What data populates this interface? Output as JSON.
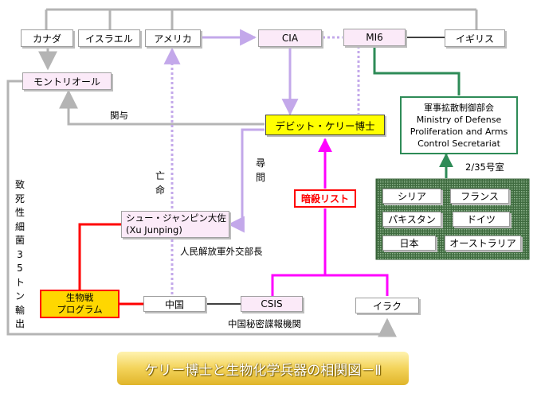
{
  "nodes": {
    "canada": "カナダ",
    "israel": "イスラエル",
    "america": "アメリカ",
    "cia": "CIA",
    "mi6": "MI6",
    "uk": "イギリス",
    "montreal": "モントリオール",
    "kelly": "デビット・ケリー博士",
    "xu_line1": "シュー・ジャンピン大佐",
    "xu_line2": "(Xu Junping)",
    "bio_line1": "生物戦",
    "bio_line2": "プログラム",
    "china": "中国",
    "csis": "CSIS",
    "iraq": "イラク",
    "assassination_list": "暗殺リスト",
    "mod_line1": "軍事拡散制御部会",
    "mod_line2": "Ministry of Defense",
    "mod_line3": "Proliferation and Arms",
    "mod_line4": "Control Secretariat"
  },
  "countries": [
    "シリア",
    "フランス",
    "パキスタン",
    "ドイツ",
    "日本",
    "オーストラリア"
  ],
  "labels": {
    "involvement": "関与",
    "inquiry": "尋問",
    "defection": "亡命",
    "export": "致死性細菌35トン輸出",
    "pla": "人民解放軍外交部長",
    "csis_caption": "中国秘密諜報機関",
    "room": "2/35号室"
  },
  "title": "ケリー博士と生物化学兵器の相関図－Ⅱ",
  "colors": {
    "grey_line": "#b4b4b4",
    "lavender": "#c3a8ea",
    "magenta": "#ff00ff",
    "red": "#ff0000",
    "green": "#2e8b57",
    "kelly_fill": "#ffff00",
    "bio_fill": "#ffd700",
    "title_gold": "#e8c23a"
  }
}
